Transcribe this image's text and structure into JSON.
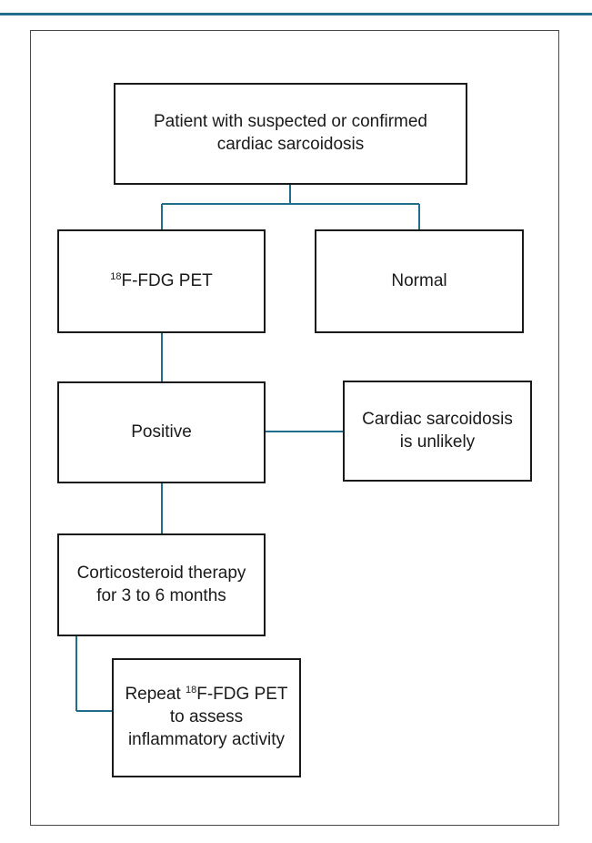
{
  "nodes": {
    "patient": {
      "line1": "Patient with suspected or confirmed",
      "line2": "cardiac sarcoidosis"
    },
    "pet": {
      "sup": "18",
      "text": "F-FDG PET"
    },
    "normal": {
      "text": "Normal"
    },
    "positive": {
      "text": "Positive"
    },
    "unlikely": {
      "line1": "Cardiac sarcoidosis",
      "line2": "is unlikely"
    },
    "therapy": {
      "line1": "Corticosteroid therapy",
      "line2": "for 3 to 6 months"
    },
    "repeat": {
      "line1_prefix": "Repeat ",
      "line1_sup": "18",
      "line1_suffix": "F-FDG PET",
      "line2": "to assess",
      "line3": "inflammatory activity"
    }
  },
  "colors": {
    "accent": "#1f6e8c",
    "box_border": "#1a1a1a",
    "frame_border": "#4a4a4a"
  }
}
